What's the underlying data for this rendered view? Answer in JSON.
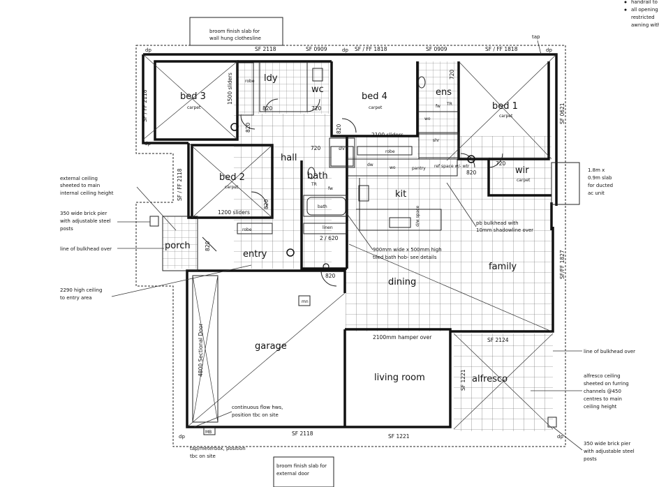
{
  "rooms": {
    "bed3": "bed 3",
    "bed2": "bed 2",
    "bed4": "bed 4",
    "bed1": "bed 1",
    "ldy": "ldy",
    "wc": "wc",
    "ens": "ens",
    "wir": "wir",
    "hall": "hall",
    "bath": "bath",
    "kit": "kit",
    "porch": "porch",
    "entry": "entry",
    "garage": "garage",
    "dining": "dining",
    "family": "family",
    "living": "living room",
    "alfresco": "alfresco",
    "pantry": "pantry",
    "linen": "linen",
    "robe": "robe",
    "shr": "shr",
    "dw": "dw",
    "fw": "fw",
    "tr": "TR",
    "wo": "wo",
    "mn": "mn",
    "mb": "MB",
    "bath_tub": "bath",
    "dw_space": "d/w space",
    "ref_space": "ref space w/- wtr"
  },
  "floor_finishes": {
    "carpet": "carpet"
  },
  "dimensions": {
    "d820": "820",
    "d720": "720",
    "linen_door": "2 / 620",
    "sf2118_top": "SF 2118",
    "sf0909_a": "SF 0909",
    "sf1818_a": "SF / FF 1818",
    "sf0909_b": "SF 0909",
    "sf1818_b": "SF / FF 1818",
    "sf2118_left": "SF / FF 2118",
    "sf2118_left2": "SF / FF 2118",
    "sf0621": "SF 0621",
    "sf1827": "SF/FF 1827",
    "sf2124": "SF 2124",
    "sf1221": "SF 1221",
    "sf1221_b": "SF 1221",
    "sf2118_bottom": "SF 2118",
    "sliders_1500": "1500 sliders",
    "sliders_2100": "2100 sliders",
    "sliders_1200": "1200 sliders",
    "sectional_door": "4800 Sectional Door",
    "hamper": "2100mm hamper over"
  },
  "notes": {
    "broom_top": "broom finish slab for wall hung clothesline",
    "tap": "tap",
    "dp": "dp",
    "ceiling_sheeted": "external ceiling sheeted to main internal ceiling height",
    "brick_pier": "350 wide brick pier with adjustable steel posts",
    "bulkhead_left": "line of bulkhead over",
    "entry_ceiling": "2290 high ceiling to entry area",
    "pb_bulkhead": "pb bulkhead with 10mm shadowline over",
    "tiled_bath": "900mm wide x 500mm high tiled bath hob- see details",
    "slab_ducted": "1.8m x 0.9m slab for ducted ac unit",
    "bulkhead_right": "line of bulkhead over",
    "alfresco_ceiling": "alfresco ceiling sheeted on furring channels @450 centres to main ceiling height",
    "brick_pier_right": "350 wide brick pier with adjustable steel posts",
    "hws": "continuous flow hws, position tbc on site",
    "tap_meter": "tap/meterbox, position tbc on site",
    "broom_bottom": "broom finish slab for external door",
    "topnote_a": "handrail to",
    "topnote_b": "all opening restricted to awning with"
  }
}
